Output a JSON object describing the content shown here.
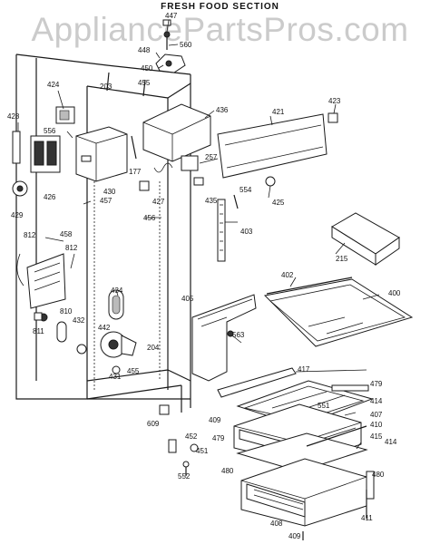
{
  "header": {
    "title": "FRESH FOOD SECTION"
  },
  "watermark": {
    "text": "AppliancePartsPros.com"
  },
  "callouts": [
    "447",
    "560",
    "448",
    "450",
    "424",
    "203",
    "455",
    "436",
    "421",
    "423",
    "428",
    "556",
    "426",
    "430",
    "177",
    "257",
    "427",
    "435",
    "554",
    "425",
    "429",
    "457",
    "456",
    "403",
    "215",
    "458",
    "812",
    "812",
    "434",
    "405",
    "402",
    "400",
    "442",
    "810",
    "811",
    "432",
    "563",
    "204",
    "455",
    "431",
    "417",
    "479",
    "414",
    "409",
    "551",
    "407",
    "479",
    "410",
    "415",
    "414",
    "609",
    "452",
    "451",
    "552",
    "480",
    "480",
    "408",
    "411",
    "409"
  ]
}
